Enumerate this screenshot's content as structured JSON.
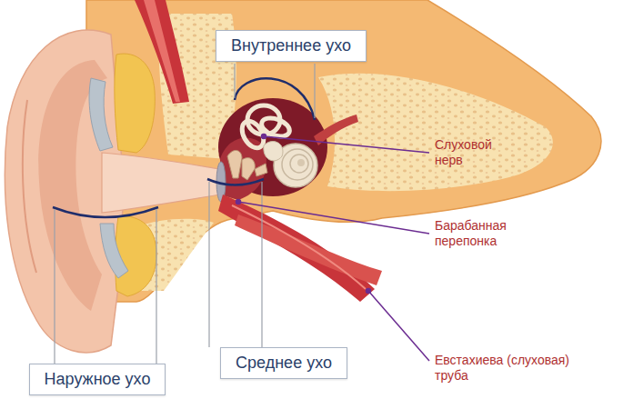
{
  "diagram": {
    "nodes": [
      {
        "text": [
          "Внутреннее ухо"
        ]
      },
      {
        "text": [
          "Наружное ухо"
        ]
      },
      {
        "text": [
          "Среднее ухо"
        ]
      }
    ],
    "labels": [
      "Слуховой нерв",
      "Барабанная перепонка",
      "Евстахиева (слуховая) труба"
    ]
  }
}
